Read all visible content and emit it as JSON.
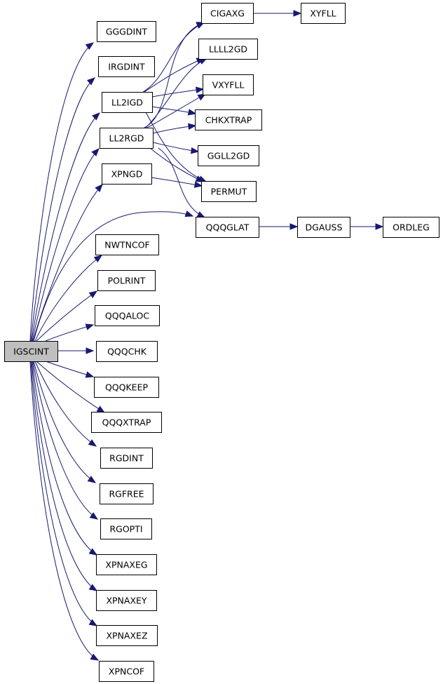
{
  "colors": {
    "edge": "#191970",
    "root_fill": "#bfbfbf",
    "node_fill": "#ffffff",
    "border": "#000000"
  },
  "nodes": {
    "IGSCINT": "IGSCINT",
    "GGGDINT": "GGGDINT",
    "IRGDINT": "IRGDINT",
    "LL2IGD": "LL2IGD",
    "LL2RGD": "LL2RGD",
    "XPNGD": "XPNGD",
    "CIGAXG": "CIGAXG",
    "XYFLL": "XYFLL",
    "LLLL2GD": "LLLL2GD",
    "VXYFLL": "VXYFLL",
    "CHKXTRAP": "CHKXTRAP",
    "GGLL2GD": "GGLL2GD",
    "PERMUT": "PERMUT",
    "QQQGLAT": "QQQGLAT",
    "DGAUSS": "DGAUSS",
    "ORDLEG": "ORDLEG",
    "NWTNCOF": "NWTNCOF",
    "POLRINT": "POLRINT",
    "QQQALOC": "QQQALOC",
    "QQQCHK": "QQQCHK",
    "QQQKEEP": "QQQKEEP",
    "QQQXTRAP": "QQQXTRAP",
    "RGDINT": "RGDINT",
    "RGFREE": "RGFREE",
    "RGOPTI": "RGOPTI",
    "XPNAXEG": "XPNAXEG",
    "XPNAXEY": "XPNAXEY",
    "XPNAXEZ": "XPNAXEZ",
    "XPNCOF": "XPNCOF"
  },
  "edges": [
    [
      "IGSCINT",
      "GGGDINT"
    ],
    [
      "IGSCINT",
      "IRGDINT"
    ],
    [
      "IGSCINT",
      "LL2IGD"
    ],
    [
      "IGSCINT",
      "LL2RGD"
    ],
    [
      "IGSCINT",
      "XPNGD"
    ],
    [
      "IGSCINT",
      "QQQGLAT"
    ],
    [
      "IGSCINT",
      "NWTNCOF"
    ],
    [
      "IGSCINT",
      "POLRINT"
    ],
    [
      "IGSCINT",
      "QQQALOC"
    ],
    [
      "IGSCINT",
      "QQQCHK"
    ],
    [
      "IGSCINT",
      "QQQKEEP"
    ],
    [
      "IGSCINT",
      "QQQXTRAP"
    ],
    [
      "IGSCINT",
      "RGDINT"
    ],
    [
      "IGSCINT",
      "RGFREE"
    ],
    [
      "IGSCINT",
      "RGOPTI"
    ],
    [
      "IGSCINT",
      "XPNAXEG"
    ],
    [
      "IGSCINT",
      "XPNAXEY"
    ],
    [
      "IGSCINT",
      "XPNAXEZ"
    ],
    [
      "IGSCINT",
      "XPNCOF"
    ],
    [
      "LL2IGD",
      "CIGAXG"
    ],
    [
      "LL2IGD",
      "LLLL2GD"
    ],
    [
      "LL2IGD",
      "VXYFLL"
    ],
    [
      "LL2IGD",
      "CHKXTRAP"
    ],
    [
      "LL2IGD",
      "PERMUT"
    ],
    [
      "LL2RGD",
      "CIGAXG"
    ],
    [
      "LL2RGD",
      "LLLL2GD"
    ],
    [
      "LL2RGD",
      "VXYFLL"
    ],
    [
      "LL2RGD",
      "CHKXTRAP"
    ],
    [
      "LL2RGD",
      "GGLL2GD"
    ],
    [
      "LL2RGD",
      "PERMUT"
    ],
    [
      "LL2RGD",
      "QQQGLAT"
    ],
    [
      "XPNGD",
      "PERMUT"
    ],
    [
      "CIGAXG",
      "XYFLL"
    ],
    [
      "QQQGLAT",
      "DGAUSS"
    ],
    [
      "DGAUSS",
      "ORDLEG"
    ]
  ]
}
